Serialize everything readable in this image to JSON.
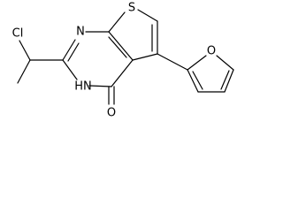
{
  "molecule": {
    "atoms": {
      "chlorine": "Cl",
      "ring_nitrogen_top": "N",
      "ring_nitrogen_bottom": "HN",
      "thiophene_sulfur": "S",
      "carbonyl_oxygen": "O",
      "furan_oxygen": "O"
    }
  }
}
